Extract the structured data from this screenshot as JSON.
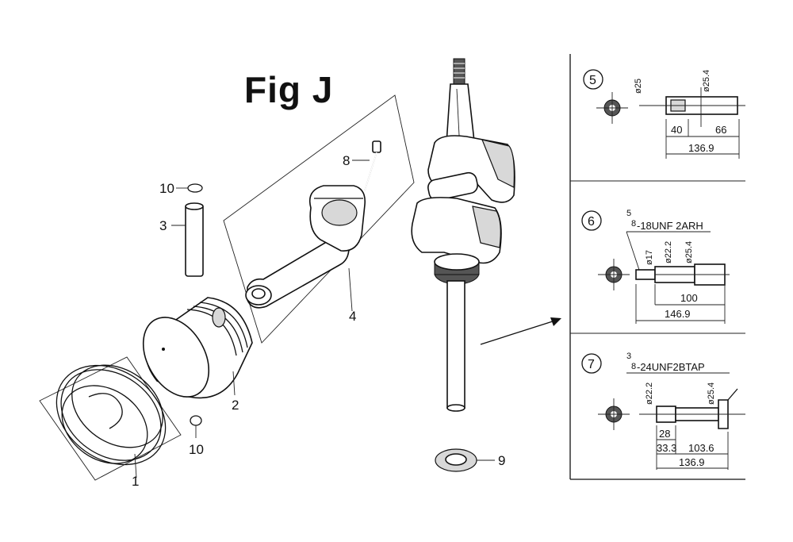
{
  "title": "Fig J",
  "callouts": {
    "c1": "1",
    "c2": "2",
    "c3": "3",
    "c4": "4",
    "c8": "8",
    "c9": "9",
    "c10a": "10",
    "c10b": "10"
  },
  "details": {
    "d5": {
      "number": "5",
      "dims": {
        "dia25": "ø25",
        "dia254": "ø25.4",
        "len40": "40",
        "len66": "66",
        "total": "136.9"
      }
    },
    "d6": {
      "number": "6",
      "thread_num": "5",
      "thread_den": "8",
      "thread_spec": "-18UNF 2ARH",
      "dims": {
        "dia17": "ø17",
        "dia222": "ø22.2",
        "dia254": "ø25.4",
        "len100": "100",
        "total": "146.9"
      }
    },
    "d7": {
      "number": "7",
      "thread_num": "3",
      "thread_den": "8",
      "thread_spec": "-24UNF2BTAP",
      "dims": {
        "dia222": "ø22.2",
        "dia254": "ø25.4",
        "len28": "28",
        "len333": "33.3",
        "len1036": "103.6",
        "total": "136.9"
      }
    }
  }
}
